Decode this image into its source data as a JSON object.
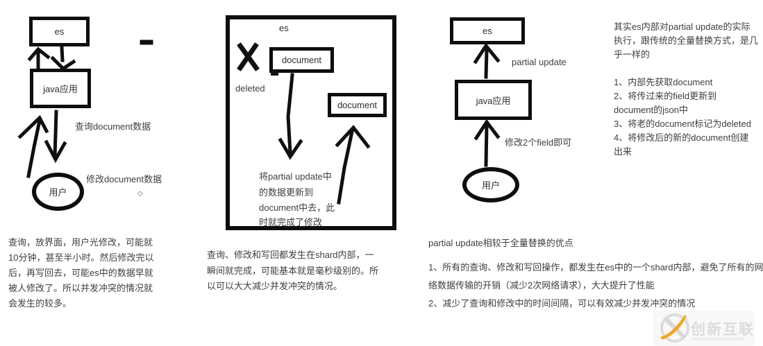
{
  "left_diagram": {
    "es_label": "es",
    "java_label": "java应用",
    "user_label": "用户",
    "query_caption": "查询document数据",
    "modify_caption": "修改document数据"
  },
  "middle_diagram": {
    "es_label": "es",
    "document1_label": "document",
    "document2_label": "document",
    "deleted_label": "deleted",
    "note_lines": [
      "将partial update中",
      "的数据更新到",
      "document中去，此",
      "时就完成了修改"
    ]
  },
  "right_diagram": {
    "es_label": "es",
    "java_label": "java应用",
    "user_label": "用户",
    "partial_update_caption": "partial update",
    "modify_field_caption": "修改2个field即可"
  },
  "left_paragraph": {
    "lines": [
      "查询，放界面，用户光修改，可能就",
      "10分钟，甚至半小时。然后修改完以",
      "后，再写回去，可能es中的数据早就",
      "被人修改了。所以并发冲突的情况就",
      "会发生的较多。"
    ]
  },
  "middle_paragraph": {
    "lines": [
      "查询、修改和写回都发生在shard内部，一",
      "瞬间就完成，可能基本就是毫秒级别的。所",
      "以可以大大减少并发冲突的情况。"
    ]
  },
  "right_top_paragraph": {
    "lines": [
      "其实es内部对partial update的实际",
      "执行，跟传统的全量替换方式，是几",
      "乎一样的"
    ]
  },
  "right_steps": {
    "lines": [
      "1、内部先获取document",
      "2、将传过来的field更新到",
      "document的json中",
      "3、将老的document标记为deleted",
      "4、将修改后的新的document创建",
      "出来"
    ]
  },
  "bottom_right": {
    "title": "partial update相较于全量替换的优点",
    "lines": [
      "1、所有的查询、修改和写回操作，都发生在es中的一个shard内部，避免了所有的网",
      "络数据传输的开销（减少2次网络请求），大大提升了性能",
      "2、减少了查询和修改中的时间间隔，可以有效减少并发冲突的情况"
    ]
  },
  "marks": {
    "diamond": "◇"
  },
  "watermark": {
    "brand": "创新互联"
  },
  "colors": {
    "ink": "#101010",
    "text": "#3e3e3e",
    "watermark_gray": "#dcdcdc",
    "watermark_orange": "#f5a623",
    "background": "#ffffff"
  }
}
